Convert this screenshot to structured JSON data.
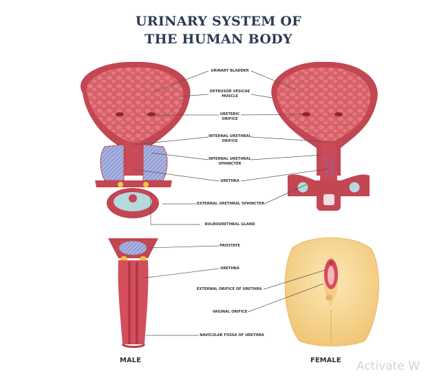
{
  "title": {
    "line1": "URINARY SYSTEM OF",
    "line2": "THE HUMAN BODY"
  },
  "labels": {
    "urinary_bladder": "URINARY BLADDER",
    "detrusor_1": "DETRUSOR VESICAE",
    "detrusor_2": "MUSCLE",
    "ureteric_1": "URETERIC",
    "ureteric_2": "ORIFICE",
    "internal_orifice_1": "INTERNAL URETHRAL",
    "internal_orifice_2": "ORIFICE",
    "internal_sphincter_1": "INTERNAL URETHRAL",
    "internal_sphincter_2": "SPHINCTER",
    "urethra": "URETHRA",
    "external_sphincter": "EXTERNAL URETHRAL SPHINCTER",
    "bulbourethral": "BULBOURETHRAL GLAND",
    "prostate": "PROSTATE",
    "urethra_male": "URETHRA",
    "external_orifice": "EXTERNAL ORIFICE OF URETHRA",
    "vaginal_orifice": "VAGINAL ORIFICE",
    "navicular": "NAVICULAR FOSSA OF URETHRA"
  },
  "captions": {
    "male": "MALE",
    "female": "FEMALE"
  },
  "watermark": "Activate W"
}
